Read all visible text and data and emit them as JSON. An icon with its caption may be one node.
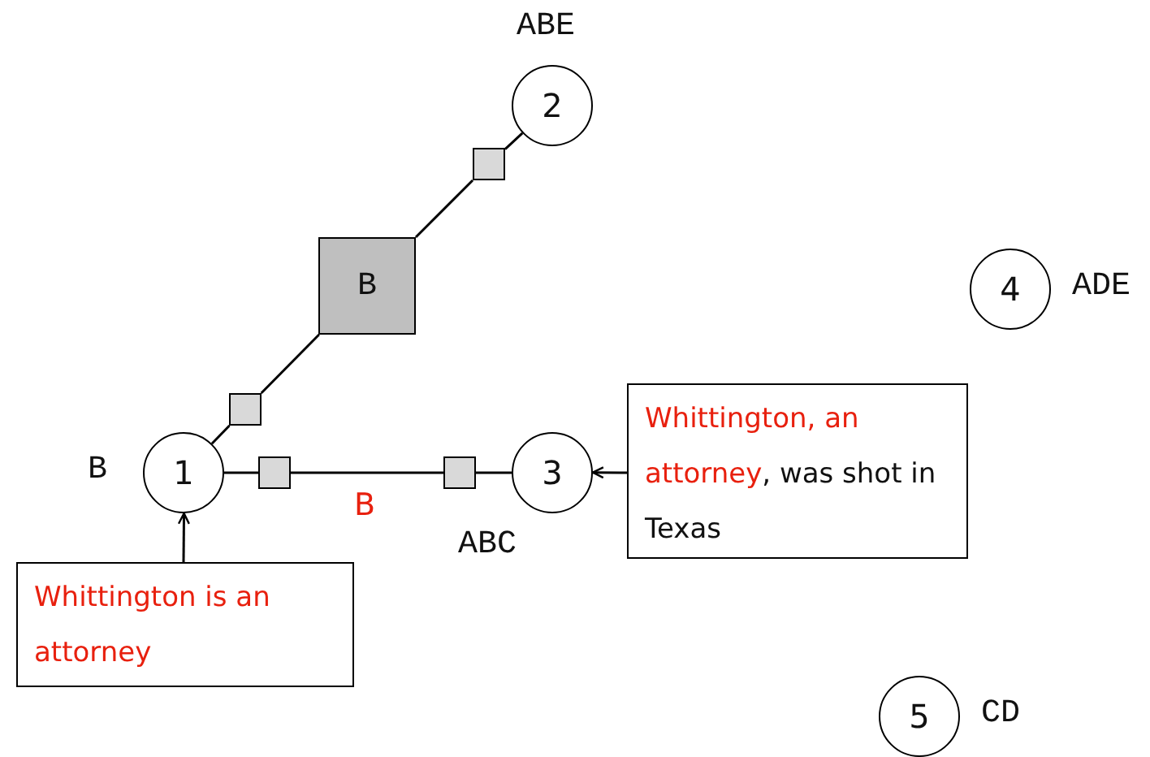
{
  "diagram": {
    "nodes": [
      {
        "text": [
          "1"
        ],
        "beside": [
          "B"
        ]
      },
      {
        "text": [
          "2"
        ],
        "beside": [
          "ABE"
        ]
      },
      {
        "text": [
          "3"
        ],
        "beside": [
          "ABC"
        ]
      },
      {
        "text": [
          "4"
        ],
        "beside": [
          "ADE"
        ]
      },
      {
        "text": [
          "5"
        ],
        "beside": [
          "CD"
        ]
      },
      {
        "text": [
          "B"
        ]
      },
      {
        "text": [],
        "shape": "box"
      },
      {
        "text": [],
        "shape": "box"
      },
      {
        "text": [],
        "shape": "box"
      },
      {
        "text": [],
        "shape": "box"
      },
      {
        "text": [
          "*Whittington is an attorney*"
        ]
      },
      {
        "text": [
          "*Whittington, an attorney*, was shot in Texas"
        ]
      }
    ],
    "edges": [
      {
        "from": 0,
        "to": 6,
        "arrow": "none"
      },
      {
        "from": 6,
        "to": 5,
        "arrow": "none"
      },
      {
        "from": 5,
        "to": 7,
        "arrow": "none"
      },
      {
        "from": 7,
        "to": 1,
        "arrow": "none"
      },
      {
        "from": 0,
        "to": 8,
        "arrow": "none"
      },
      {
        "from": 8,
        "to": 9,
        "arrow": "none",
        "label": "B"
      },
      {
        "from": 9,
        "to": 2,
        "arrow": "none"
      },
      {
        "from": 10,
        "to": 0,
        "arrow": "to"
      },
      {
        "from": 11,
        "to": 2,
        "arrow": "to"
      }
    ]
  }
}
